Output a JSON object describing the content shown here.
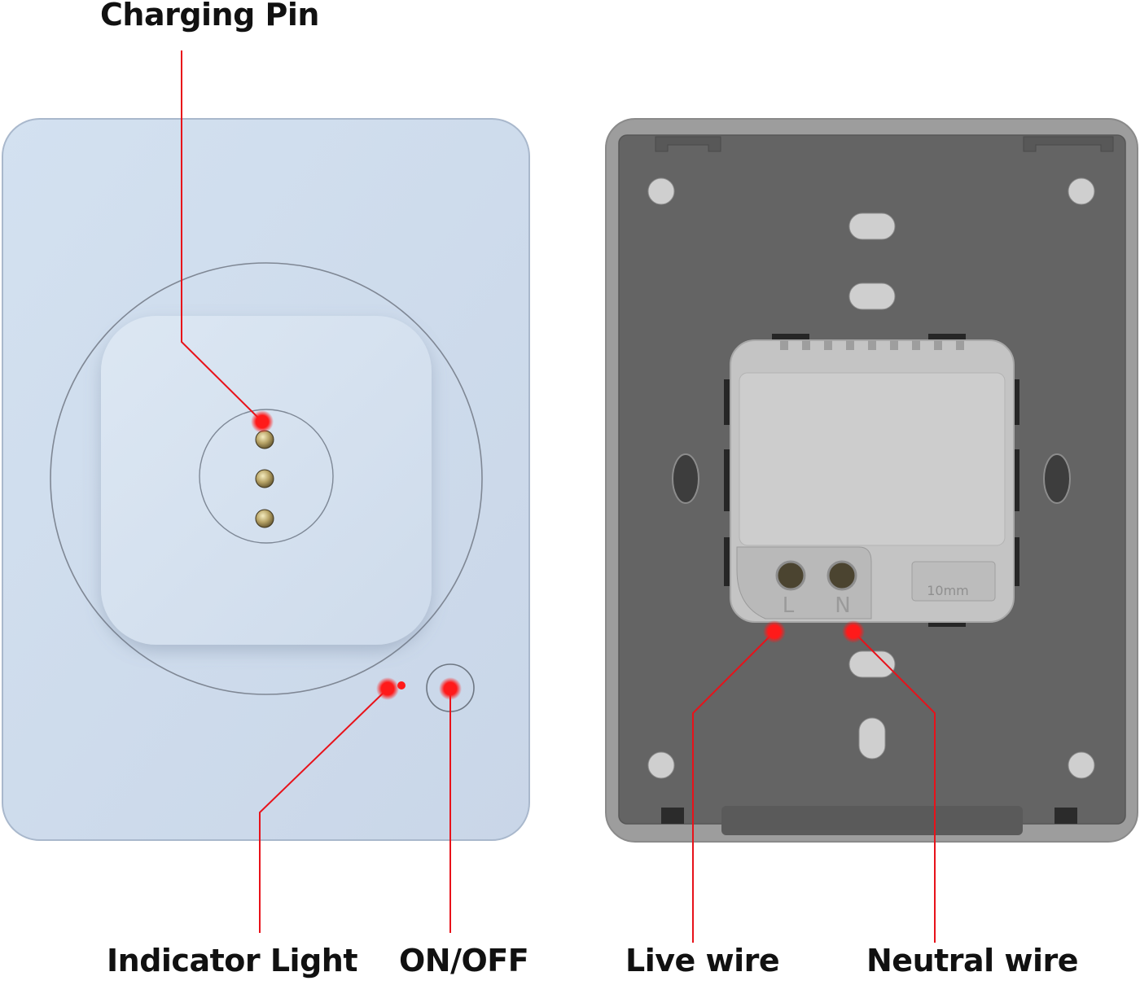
{
  "labels": {
    "charging_pin": "Charging Pin",
    "indicator_light": "Indicator Light",
    "on_off": "ON/OFF",
    "live_wire": "Live wire",
    "neutral_wire": "Neutral wire"
  },
  "terminals": {
    "live": "L",
    "neutral": "N",
    "strip_gauge": "10mm"
  },
  "colors": {
    "callout": "#e8121a",
    "front_plate": "#cfdcec",
    "back_frame": "#9a9a9a",
    "back_plate": "#636363",
    "module": "#c4c4c4"
  }
}
